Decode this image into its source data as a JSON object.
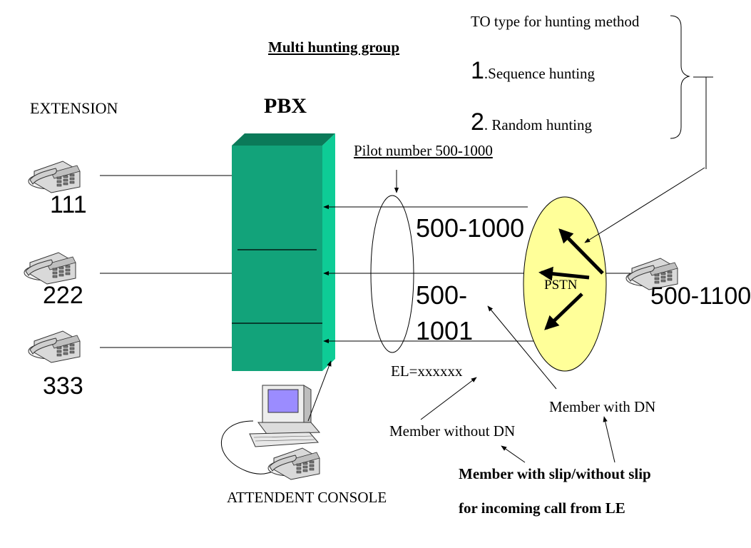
{
  "title": "Multi hunting group",
  "labels": {
    "extension": "EXTENSION",
    "pbx": "PBX",
    "pilot_number": "Pilot number 500-1000",
    "range_top": "500-1000",
    "range_bottom_line1": "500-",
    "range_bottom_line2": "1001",
    "pstn": "PSTN",
    "remote_number": "500-1100",
    "el": "EL=xxxxxx",
    "member_with_dn": "Member with DN",
    "member_without_dn": "Member without DN",
    "slip_line1": "Member with slip/without slip",
    "slip_line2": "for incoming call from LE",
    "attendent_console": "ATTENDENT CONSOLE"
  },
  "hunting": {
    "heading": "TO type for hunting method",
    "items": [
      {
        "number": "1",
        "label": ".Sequence hunting"
      },
      {
        "number": "2",
        "label": ". Random hunting"
      }
    ]
  },
  "extensions": [
    "111",
    "222",
    "333"
  ],
  "colors": {
    "pbx_front": "#12a37a",
    "pbx_top": "#0b7a59",
    "pbx_side": "#0ecc96",
    "pstn_fill": "#ffff99",
    "phone_body": "#d9d9d9",
    "monitor_screen": "#9b8cff"
  }
}
